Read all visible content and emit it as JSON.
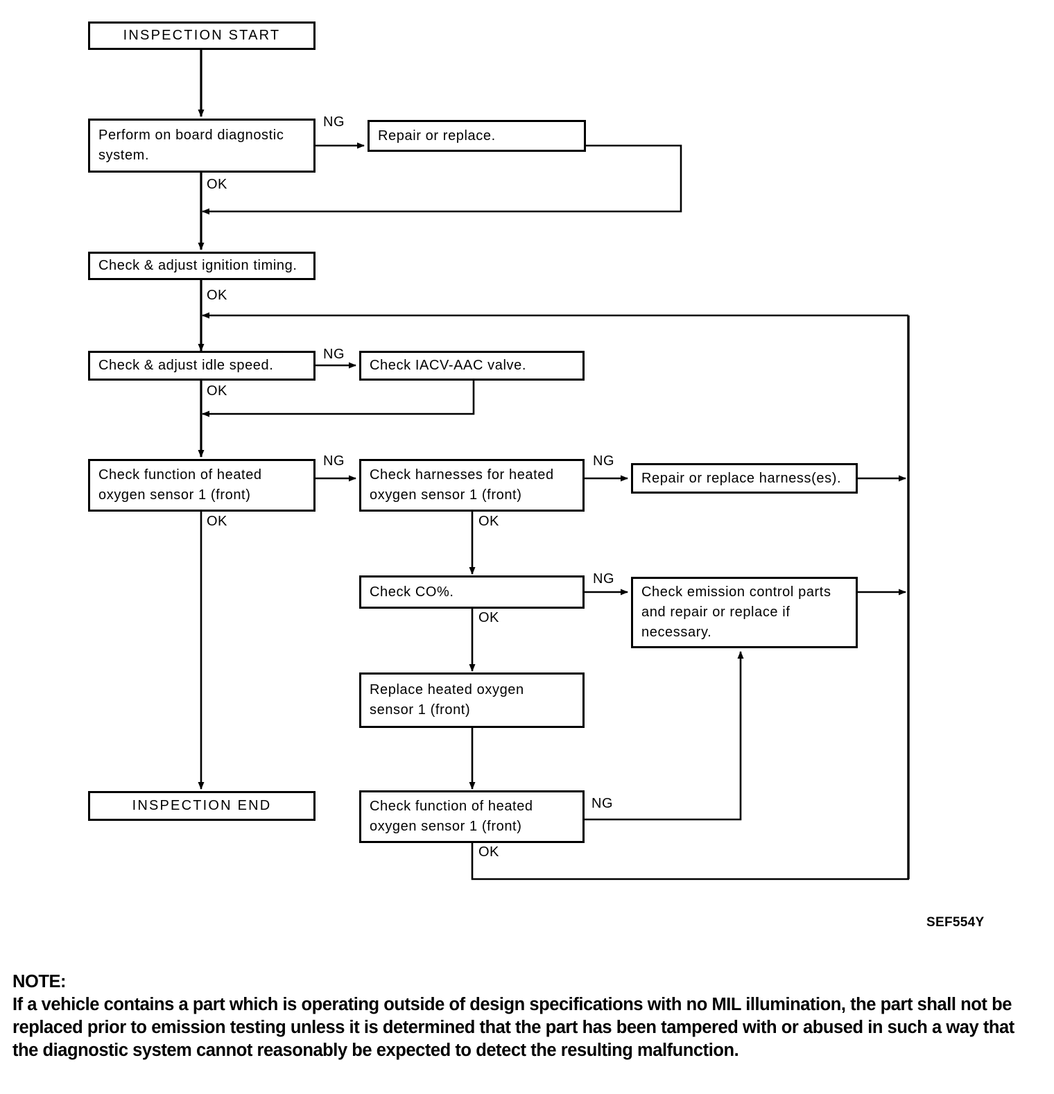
{
  "figure": {
    "reference_code": "SEF554Y"
  },
  "flowchart": {
    "nodes": [
      {
        "id": "start",
        "label": "INSPECTION START"
      },
      {
        "id": "obd",
        "label": "Perform on board diagnostic\nsystem."
      },
      {
        "id": "repair_replace",
        "label": "Repair or replace."
      },
      {
        "id": "ignition_timing",
        "label": "Check & adjust ignition timing."
      },
      {
        "id": "idle_speed",
        "label": "Check & adjust idle speed."
      },
      {
        "id": "iacv_aac",
        "label": "Check IACV-AAC valve."
      },
      {
        "id": "ho2s_function_1",
        "label": "Check function of heated\noxygen sensor 1 (front)"
      },
      {
        "id": "ho2s_harness",
        "label": "Check harnesses for heated\noxygen sensor 1 (front)"
      },
      {
        "id": "repair_harness",
        "label": "Repair or replace harness(es)."
      },
      {
        "id": "check_co",
        "label": "Check CO%."
      },
      {
        "id": "emission_parts",
        "label": "Check emission control parts\nand repair or replace if\nnecessary."
      },
      {
        "id": "replace_ho2s",
        "label": "Replace heated oxygen\nsensor 1 (front)"
      },
      {
        "id": "ho2s_function_2",
        "label": "Check function of heated\noxygen sensor 1 (front)"
      },
      {
        "id": "end",
        "label": "INSPECTION END"
      }
    ],
    "edge_labels": {
      "obd_ng": "NG",
      "obd_ok": "OK",
      "ignition_ok": "OK",
      "idle_ng": "NG",
      "idle_ok": "OK",
      "ho2s1_ng": "NG",
      "ho2s1_ok": "OK",
      "harness_ng": "NG",
      "harness_ok": "OK",
      "co_ng": "NG",
      "co_ok": "OK",
      "ho2s2_ng": "NG",
      "ho2s2_ok": "OK"
    }
  },
  "note": {
    "title": "NOTE:",
    "body": "If a vehicle contains a part which is operating outside of design specifications with no MIL illumination, the part shall not be replaced prior to emission testing unless it is determined that the part has been tampered with or abused in such a way that the diagnostic system cannot reasonably be expected to detect the resulting malfunction."
  }
}
